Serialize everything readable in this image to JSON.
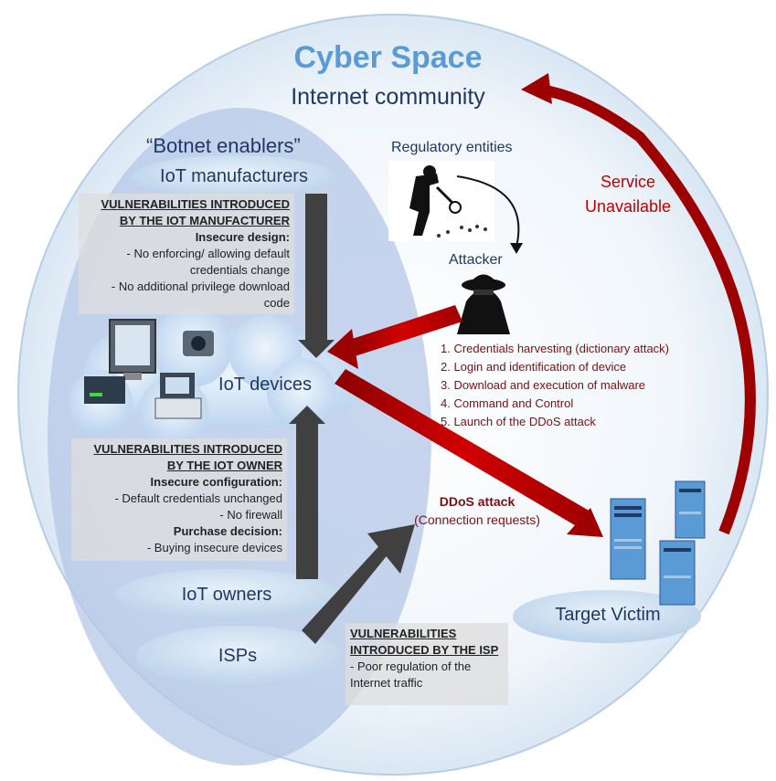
{
  "header": {
    "title": "Cyber Space",
    "subtitle": "Internet community"
  },
  "enablers_group": {
    "label": "“Botnet enablers”"
  },
  "actors": {
    "manufacturers": "IoT manufacturers",
    "devices": "IoT devices",
    "owners": "IoT owners",
    "isps": "ISPs",
    "regulators": "Regulatory entities",
    "attacker": "Attacker",
    "victim": "Target Victim"
  },
  "manufacturer_box": {
    "heading_1": "VULNERABILITIES INTRODUCED",
    "heading_2": "BY THE IOT MANUFACTURER",
    "subheading": "Insecure design:",
    "items": [
      "- No enforcing/ allowing default",
      "credentials change",
      "- No additional privilege download",
      "code"
    ]
  },
  "owner_box": {
    "heading_1": "VULNERABILITIES INTRODUCED",
    "heading_2": "BY THE IOT OWNER",
    "subheading_1": "Insecure configuration:",
    "items_1": [
      "- Default credentials unchanged",
      "- No firewall"
    ],
    "subheading_2": "Purchase decision:",
    "items_2": [
      "- Buying insecure devices"
    ]
  },
  "isp_box": {
    "heading_1": "VULNERABILITIES",
    "heading_2": "INTRODUCED BY THE ISP",
    "items": [
      "- Poor regulation of the",
      "Internet traffic"
    ]
  },
  "attack_steps": [
    "1. Credentials harvesting (dictionary attack)",
    "2. Login and identification of device",
    "3. Download and execution of malware",
    "4. Command and Control",
    "5. Launch of the DDoS attack"
  ],
  "ddos": {
    "title": "DDoS attack",
    "subtitle": "(Connection requests)"
  },
  "service": {
    "line_1": "Service",
    "line_2": "Unavailable"
  },
  "icons": [
    "detective-icon",
    "hooded-attacker-icon",
    "computer-devices-icon",
    "server-icon"
  ],
  "colors": {
    "accent_blue": "#5b9bd5",
    "dark_navy": "#1f3864",
    "attack_red": "#c00000",
    "arrow_gray": "#404040"
  }
}
